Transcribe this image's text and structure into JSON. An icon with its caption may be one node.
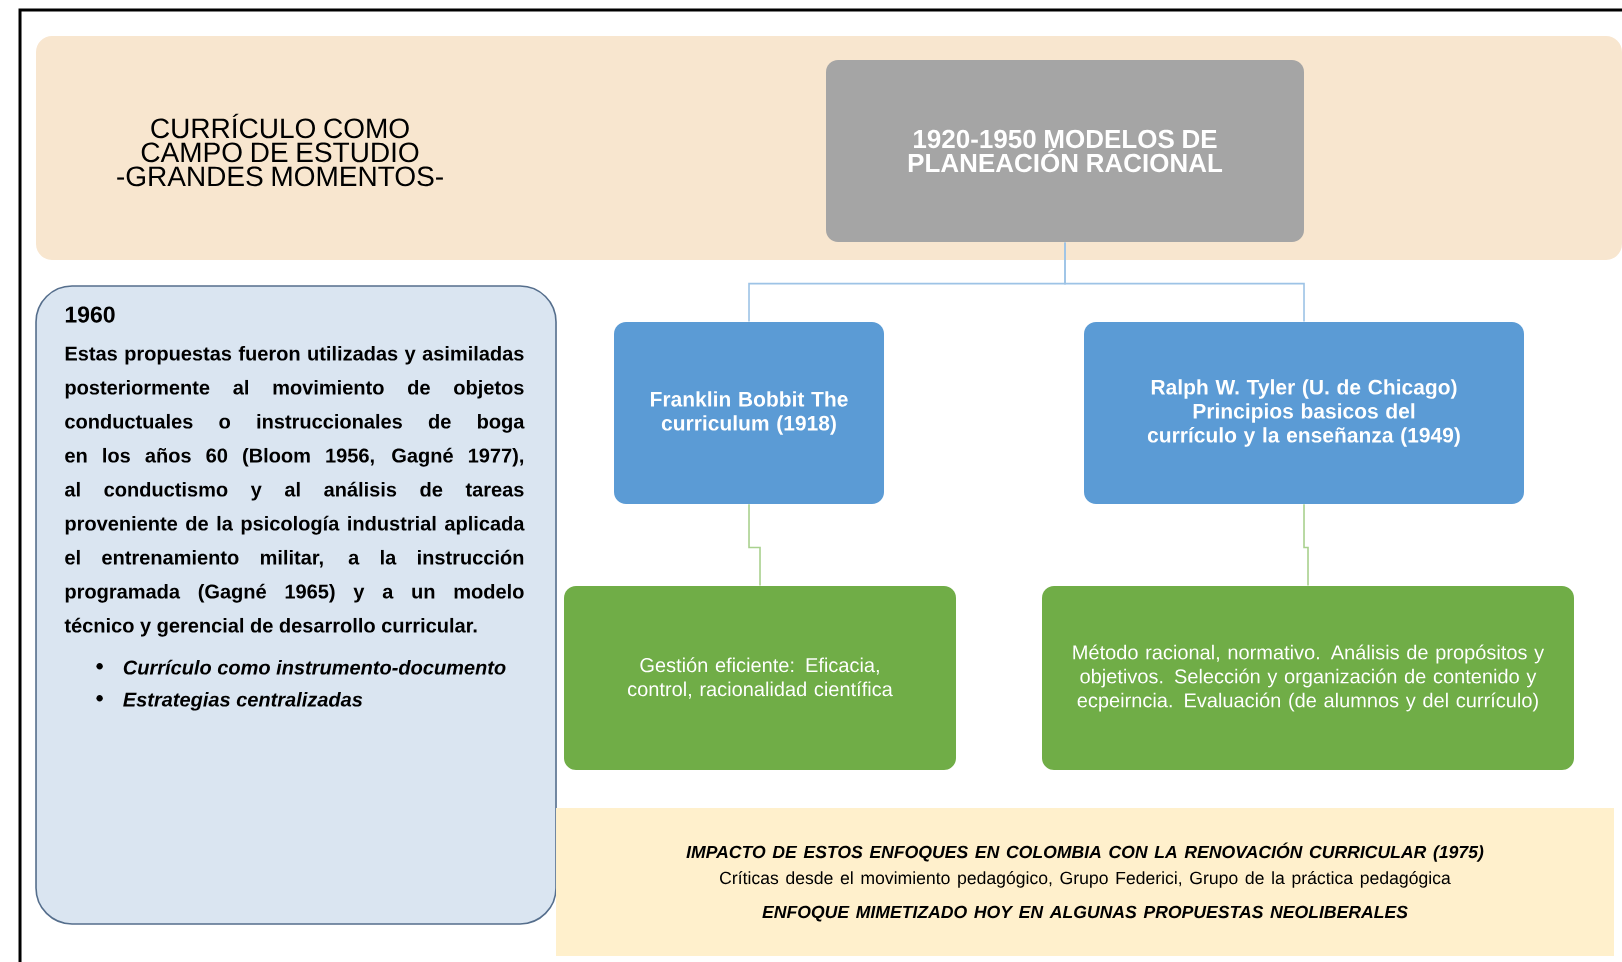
{
  "diagram": {
    "nodes": [
      {
        "text": [
          "CURRÍCULO COMO CAMPO DE ESTUDIO -GRANDES MOMENTOS-"
        ]
      },
      {
        "text": [
          "1920-1950 MODELOS DE PLANEACIÓN RACIONAL"
        ],
        "in": 0
      },
      {
        "text": [
          "1960",
          "Estas propuestas fueron utilizadas y asimiladas posteriormente al movimiento de objetos conductuales o instruccionales de boga en los años 60 (Bloom 1956, Gagné 1977), al conductismo y al análisis de tareas proveniente de la psicología industrial aplicada el entrenamiento militar, a la instrucción programada (Gagné 1965) y a un modelo técnico y gerencial de desarrollo curricular.",
          "Currículo como instrumento-documento",
          "Estrategias centralizadas"
        ]
      },
      {
        "text": [
          "Franklin Bobbit The curriculum (1918)"
        ]
      },
      {
        "text": [
          "Ralph W. Tyler (U. de Chicago) Principios basicos del currículo y la enseñanza (1949)"
        ]
      },
      {
        "text": [
          "Gestión eficiente: Eficacia, control, racionalidad científica"
        ]
      },
      {
        "text": [
          "Método racional, normativo. Análisis de propósitos y objetivos. Selección y organización de contenido y ecpeirncia. Evaluación (de alumnos y del currículo)"
        ]
      },
      {
        "text": [
          "IMPACTO DE ESTOS ENFOQUES EN COLOMBIA CON LA RENOVACIÓN CURRICULAR (1975)",
          "Críticas desde el movimiento pedagógico, Grupo Federici, Grupo de la práctica pedagógica",
          "ENFOQUE MIMETIZADO HOY EN ALGUNAS PROPUESTAS NEOLIBERALES"
        ]
      }
    ],
    "edges": [
      {
        "from": 1,
        "to": 3,
        "arrow": "none",
        "color": "#9dc3e6"
      },
      {
        "from": 1,
        "to": 4,
        "arrow": "none",
        "color": "#9dc3e6"
      },
      {
        "from": 3,
        "to": 5,
        "arrow": "none",
        "color": "#a9d18e"
      },
      {
        "from": 4,
        "to": 6,
        "arrow": "none",
        "color": "#a9d18e"
      }
    ]
  }
}
